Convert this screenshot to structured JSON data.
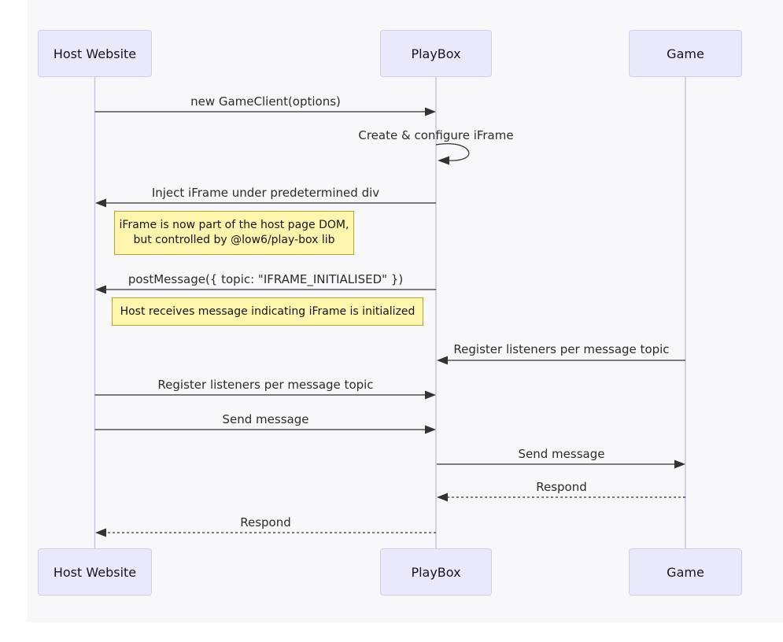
{
  "diagram": {
    "type": "sequence-diagram",
    "participants": [
      {
        "name": "Host Website"
      },
      {
        "name": "PlayBox"
      },
      {
        "name": "Game"
      }
    ],
    "messages": [
      {
        "label": "new GameClient(options)",
        "from": "Host Website",
        "to": "PlayBox",
        "line": "solid",
        "direction": "right"
      },
      {
        "label": "Create & configure iFrame",
        "from": "PlayBox",
        "to": "PlayBox",
        "line": "solid",
        "direction": "self"
      },
      {
        "label": "Inject iFrame under predetermined div",
        "from": "PlayBox",
        "to": "Host Website",
        "line": "solid",
        "direction": "left"
      },
      {
        "label": "postMessage({ topic: \"IFRAME_INITIALISED\" })",
        "from": "PlayBox",
        "to": "Host Website",
        "line": "solid",
        "direction": "left"
      },
      {
        "label": "Register listeners per message topic",
        "from": "Game",
        "to": "PlayBox",
        "line": "solid",
        "direction": "left"
      },
      {
        "label": "Register listeners per message topic",
        "from": "Host Website",
        "to": "PlayBox",
        "line": "solid",
        "direction": "right"
      },
      {
        "label": "Send message",
        "from": "Host Website",
        "to": "PlayBox",
        "line": "solid",
        "direction": "right"
      },
      {
        "label": "Send message",
        "from": "PlayBox",
        "to": "Game",
        "line": "solid",
        "direction": "right"
      },
      {
        "label": "Respond",
        "from": "Game",
        "to": "PlayBox",
        "line": "dashed",
        "direction": "left"
      },
      {
        "label": "Respond",
        "from": "PlayBox",
        "to": "Host Website",
        "line": "dashed",
        "direction": "left"
      }
    ],
    "notes": [
      {
        "text": "iFrame is now part of the host page DOM,\nbut controlled by @low6/play-box lib",
        "position": "right of Host Website"
      },
      {
        "text": "Host receives message indicating iFrame is initialized",
        "position": "right of Host Website"
      }
    ],
    "colors": {
      "actor_fill": "#e9e9fb",
      "actor_border": "#cfcff0",
      "lifeline": "#c8c4e6",
      "message_line": "#333333",
      "note_fill": "#fff5ad",
      "note_border": "#aaaa33",
      "background": "#f8f8fb"
    }
  }
}
